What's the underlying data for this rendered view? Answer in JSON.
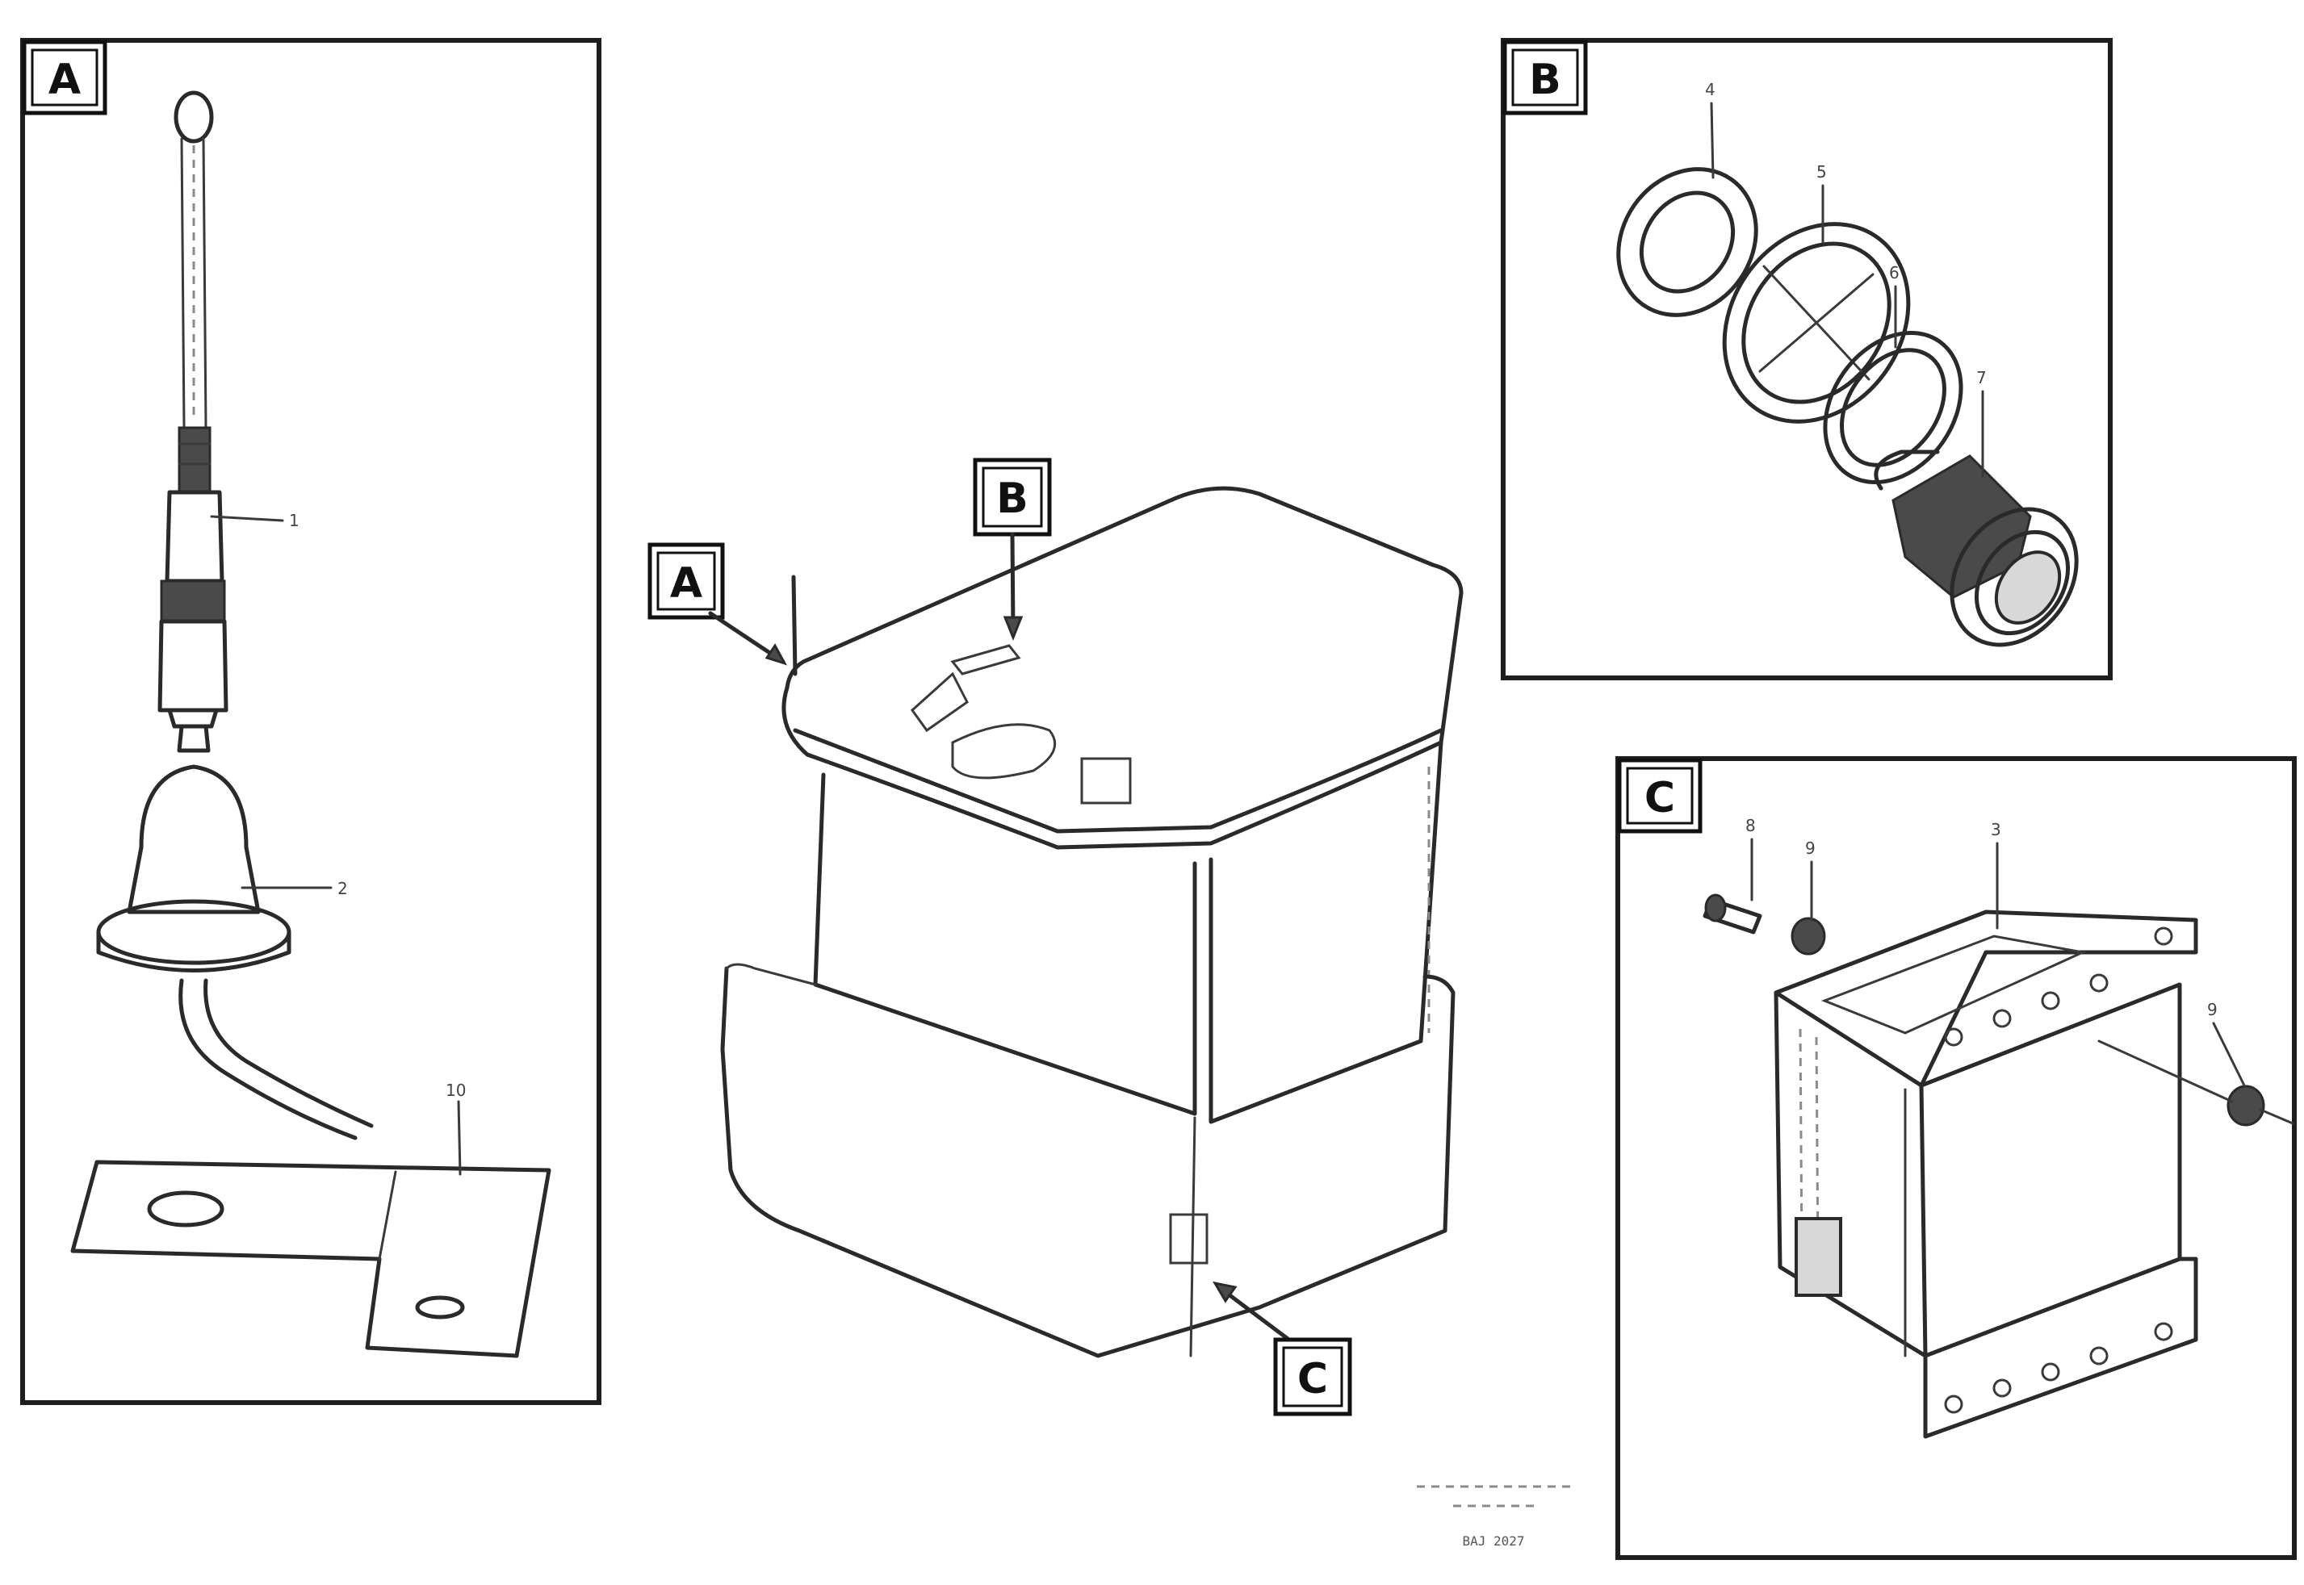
{
  "panels": {
    "a": {
      "badge": "A",
      "callouts": {
        "c1": "1",
        "c2": "2",
        "c3": "10"
      }
    },
    "b": {
      "badge": "B",
      "callouts": {
        "c1": "4",
        "c2": "5",
        "c3": "6",
        "c4": "7"
      }
    },
    "c": {
      "badge": "C",
      "callouts": {
        "c1": "8",
        "c2": "9",
        "c3": "3",
        "c4": "9"
      }
    }
  },
  "main_view": {
    "refs": {
      "a": "A",
      "b": "B",
      "c": "C"
    }
  },
  "drawing_number": "BAJ 2027",
  "colors": {
    "line": "#2a2a2a",
    "frame": "#1e1e1e",
    "background": "#ffffff"
  }
}
